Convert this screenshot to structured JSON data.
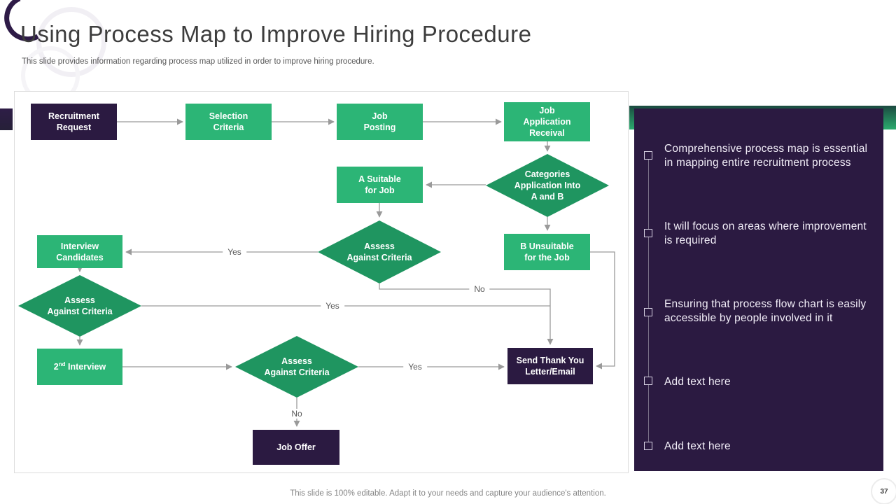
{
  "slide": {
    "title": "Using Process Map to Improve Hiring Procedure",
    "subtitle": "This slide provides information regarding process map utilized in order to improve hiring procedure.",
    "footer_note": "This slide is 100% editable. Adapt it to your needs and capture your audience's attention.",
    "page_number": "37"
  },
  "colors": {
    "dark_purple": "#2b1a41",
    "green_box": "#2cb576",
    "dark_green_diamond": "#1f9560",
    "connector_gray": "#9a9a9a",
    "accent_gradient_green": "#2bab6e"
  },
  "flowchart": {
    "nodes": {
      "recruitment_request": {
        "line1": "Recruitment",
        "line2": "Request"
      },
      "selection_criteria": {
        "line1": "Selection",
        "line2": "Criteria"
      },
      "job_posting": {
        "line1": "Job",
        "line2": "Posting"
      },
      "job_application_receival": {
        "line1": "Job",
        "line2": "Application",
        "line3": "Receival"
      },
      "categories_application": {
        "line1": "Categories",
        "line2": "Application Into",
        "line3": "A and B"
      },
      "a_suitable_for_job": {
        "line1": "A Suitable",
        "line2": "for Job"
      },
      "b_unsuitable_for_job": {
        "line1": "B Unsuitable",
        "line2": "for the Job"
      },
      "assess_against_criteria_mid": {
        "line1": "Assess",
        "line2": "Against Criteria"
      },
      "assess_against_criteria_left": {
        "line1": "Assess",
        "line2": "Against Criteria"
      },
      "assess_against_criteria_bottom": {
        "line1": "Assess",
        "line2": "Against Criteria"
      },
      "interview_candidates": {
        "line1": "Interview",
        "line2": "Candidates"
      },
      "second_interview": {
        "base": "2",
        "sup": "nd",
        "rest": " Interview"
      },
      "send_thank_you": {
        "line1": "Send Thank You",
        "line2": "Letter/Email"
      },
      "job_offer": {
        "line1": "Job Offer"
      }
    },
    "edge_labels": {
      "yes_mid_diamond": "Yes",
      "yes_left_diamond": "Yes",
      "no_mid_diamond": "No",
      "yes_bottom_diamond": "Yes",
      "no_bottom_diamond": "No"
    }
  },
  "sidebar": {
    "items": [
      "Comprehensive process map is essential in mapping entire recruitment process",
      "It will focus on areas where improvement is required",
      "Ensuring that process flow chart is easily accessible by people involved in it",
      "Add text here",
      "Add text here"
    ]
  }
}
